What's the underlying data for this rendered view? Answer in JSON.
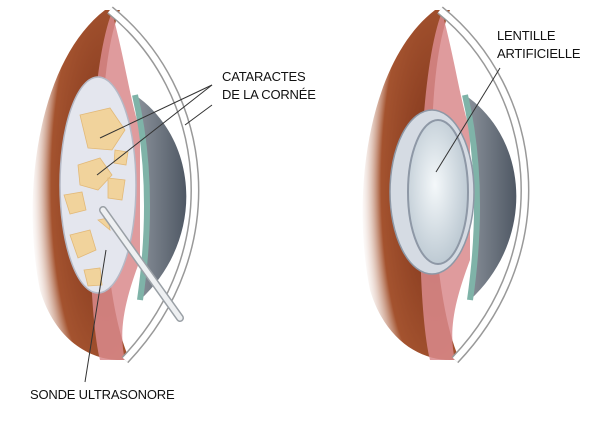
{
  "labels": {
    "cataracts_line1": "CATARACTES",
    "cataracts_line2": "DE LA CORNÉE",
    "probe": "SONDE ULTRASONORE",
    "iol_line1": "LENTILLE",
    "iol_line2": "ARTIFICIELLE"
  },
  "colors": {
    "eye_brown": "#9a4a2c",
    "iris_pink": "#d98a8c",
    "cornea_gray": "#6f7782",
    "cataract_yellow": "#f3d9a6",
    "lens": "#dfe6ec"
  }
}
